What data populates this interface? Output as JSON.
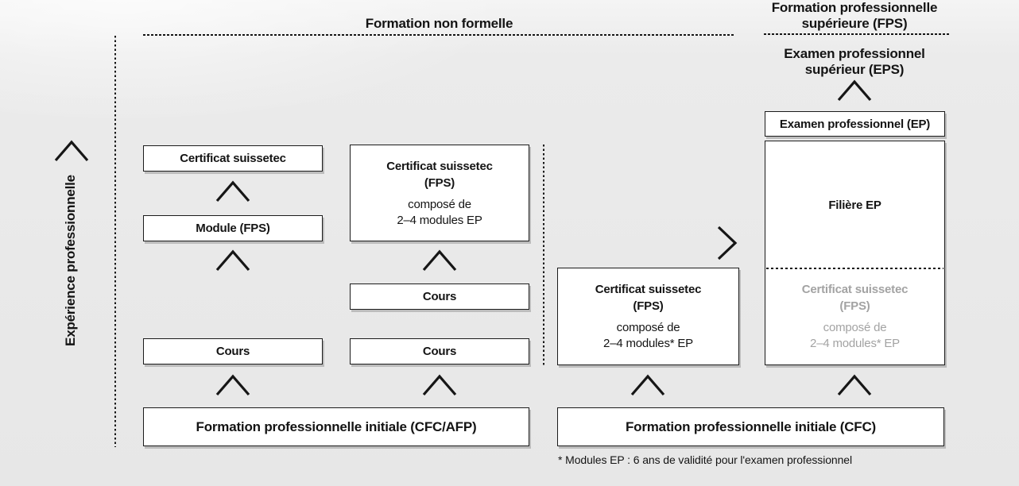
{
  "header": {
    "non_formelle": "Formation non formelle",
    "fps_line1": "Formation professionnelle",
    "fps_line2": "supérieure (FPS)"
  },
  "left_axis": {
    "label": "Expérience professionnelle"
  },
  "right_column": {
    "eps_line1": "Examen professionnel",
    "eps_line2": "supérieur (EPS)",
    "ep_box": "Examen professionnel (EP)",
    "filiere_ep": "Filière EP",
    "cert_line1": "Certificat suissetec",
    "cert_line2": "(FPS)",
    "compose_line1": "composé de",
    "compose_line2": "2–4 modules* EP"
  },
  "column1": {
    "certificat": "Certificat suissetec",
    "module": "Module (FPS)",
    "cours": "Cours"
  },
  "column2": {
    "cert_line1": "Certificat suissetec",
    "cert_line2": "(FPS)",
    "compose_line1": "composé de",
    "compose_line2": "2–4 modules EP",
    "cours_top": "Cours",
    "cours_bottom": "Cours"
  },
  "column3": {
    "cert_line1": "Certificat suissetec",
    "cert_line2": "(FPS)",
    "compose_line1": "composé de",
    "compose_line2": "2–4 modules* EP"
  },
  "bottom": {
    "cfc_afp": "Formation professionnelle initiale (CFC/AFP)",
    "cfc": "Formation professionnelle initiale (CFC)"
  },
  "footnote": "* Modules EP : 6 ans de validité pour l'examen professionnel",
  "icons": {
    "arrow_up": "chevron-up",
    "arrow_right": "chevron-right"
  },
  "colors": {
    "background": "#e9e9e9",
    "box_fill": "#ffffff",
    "box_border": "#1b1b1b",
    "box_shadow": "#bcbcbc",
    "text": "#141414",
    "muted_text": "#a3a3a3"
  }
}
